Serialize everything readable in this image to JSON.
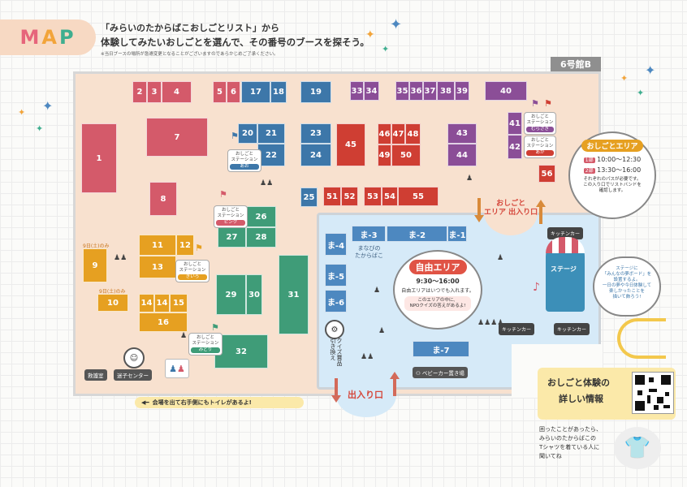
{
  "header": {
    "tab_title": "MAP",
    "line1": "「みらいのたからばこおしごとリスト」から",
    "line2": "体験してみたいおしごとを選んで、その番号のブースを探そう。",
    "note": "※当日ブースの場所が急遽変更となることがございますのであらかじめご了承ください。"
  },
  "hall": {
    "name": "6号館B"
  },
  "booths": {
    "b1": "1",
    "b2": "2",
    "b3": "3",
    "b4": "4",
    "b5": "5",
    "b6": "6",
    "b7": "7",
    "b8": "8",
    "b9": "9",
    "b10": "10",
    "b11": "11",
    "b12": "12",
    "b13": "13",
    "b14": "14",
    "b15": "15",
    "b16": "16",
    "b17": "17",
    "b18": "18",
    "b19": "19",
    "b20": "20",
    "b21": "21",
    "b22": "22",
    "b23": "23",
    "b24": "24",
    "b25": "25",
    "b26": "26",
    "b27": "27",
    "b28": "28",
    "b29": "29",
    "b30": "30",
    "b31": "31",
    "b32": "32",
    "b33": "33",
    "b34": "34",
    "b35": "35",
    "b36": "36",
    "b37": "37",
    "b38": "38",
    "b39": "39",
    "b40": "40",
    "b41": "41",
    "b42": "42",
    "b43": "43",
    "b44": "44",
    "b45": "45",
    "b46": "46",
    "b47": "47",
    "b48": "48",
    "b49": "49",
    "b50": "50",
    "b51": "51",
    "b52": "52",
    "b53": "53",
    "b54": "54",
    "b55": "55",
    "b56": "56"
  },
  "stage_booths": {
    "ma1": "ま-1",
    "ma2": "ま-2",
    "ma3": "ま-3",
    "ma4": "ま-4",
    "ma5": "ま-5",
    "ma6": "ま-6",
    "ma7": "ま-7"
  },
  "day_labels": {
    "day9_a": "9日(土)のみ",
    "day9_b": "9日(土)のみ"
  },
  "stations": {
    "title": "おしごと\nステーション",
    "ao": "あお",
    "pink": "ピンク",
    "kiiro": "きいろ",
    "midori": "みどり",
    "murasaki": "むらさき",
    "aka": "あか"
  },
  "facilities": {
    "first_aid": "救護室",
    "lost_child": "迷子センター",
    "stroller": "ベビーカー置き場",
    "quiz_exchange": "クイズ賞品\n引き換え",
    "kitchen": "キッチンカー",
    "stage": "ステージ",
    "manabi": "まなびの\nたからばこ"
  },
  "oshigoto_area": {
    "title": "おしごとエリア",
    "part1_label": "1部",
    "part1_time": "10:00〜12:30",
    "part2_label": "2部",
    "part2_time": "13:30〜16:00",
    "note": "それぞれのパスが必要です。\nこの入り口でリストバンドを\n確認します。"
  },
  "free_area": {
    "title": "自由エリア",
    "time": "9:30〜16:00",
    "note": "自由エリアはいつでも入れます。",
    "npo": "このエリアの中に、\nNPOクイズの答えがあるよ!"
  },
  "entrances": {
    "oshigoto": "おしごと\nエリア 出入り口",
    "main": "出入り口"
  },
  "stage_bubble": "ステージに\n「みんなの夢ボード」を\n設置するよ。\n一日の夢や今日体験して\n楽しかったことを\n描いて飾ろう!",
  "toilet_note": "会場を出て右手側にもトイレがあるよ!",
  "info": {
    "title_a": "おしごと体験の",
    "title_b": "詳しい情報",
    "question": "困ったことがあったら、\nみらいのたからばこの\nTシャツを着ている人に\n聞いてね"
  },
  "colors": {
    "rose": "#d45a6a",
    "purple": "#8b4e97",
    "blue": "#3d77a9",
    "red": "#cf3e33",
    "yellow": "#e6a021",
    "green": "#3f9c78"
  }
}
